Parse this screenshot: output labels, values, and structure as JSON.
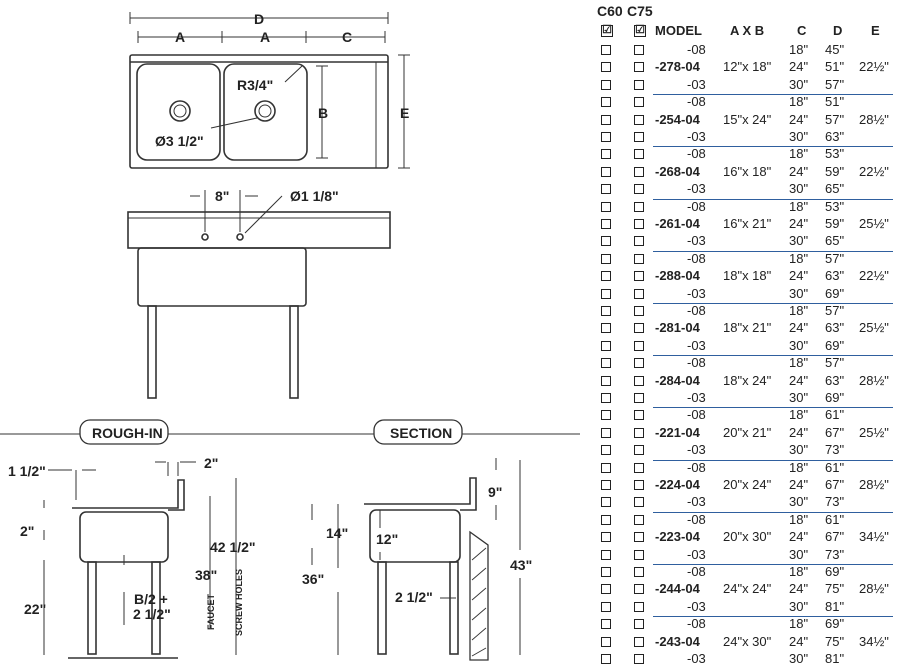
{
  "drawing": {
    "top_view": {
      "D": "D",
      "A1": "A",
      "A2": "A",
      "C": "C",
      "B": "B",
      "E": "E",
      "radius": "R3/4\"",
      "drain": "Ø3 1/2\""
    },
    "front_view": {
      "spacing": "8\"",
      "faucet_hole": "Ø1 1/8\""
    },
    "rough_in": {
      "title": "ROUGH-IN",
      "dim_a": "1 1/2\"",
      "dim_b": "2\"",
      "dim_c": "2\"",
      "dim_d": "42 1/2\"",
      "dim_e": "38\"",
      "dim_f": "22\"",
      "dim_g1": "B/2 +",
      "dim_g2": "2 1/2\"",
      "faucet": "FAUCET",
      "screw_holes": "SCREW HOLES"
    },
    "section": {
      "title": "SECTION",
      "dim_a": "9\"",
      "dim_b": "14\"",
      "dim_c": "12\"",
      "dim_d": "36\"",
      "dim_e": "43\"",
      "dim_f": "2 1/2\""
    }
  },
  "spec_table": {
    "series": [
      "C60",
      "C75"
    ],
    "series_checked": [
      "☑",
      "☑"
    ],
    "headers": {
      "model": "MODEL",
      "axb": "A X B",
      "c": "C",
      "d": "D",
      "e": "E"
    },
    "groups": [
      {
        "model": "-278-04",
        "axb": "12\"x 18\"",
        "e": "22½\"",
        "rows": [
          {
            "suffix": "-08",
            "c": "18\"",
            "d": "45\""
          },
          {
            "c": "24\"",
            "d": "51\""
          },
          {
            "suffix": "-03",
            "c": "30\"",
            "d": "57\""
          }
        ]
      },
      {
        "model": "-254-04",
        "axb": "15\"x 24\"",
        "e": "28½\"",
        "rows": [
          {
            "suffix": "-08",
            "c": "18\"",
            "d": "51\""
          },
          {
            "c": "24\"",
            "d": "57\""
          },
          {
            "suffix": "-03",
            "c": "30\"",
            "d": "63\""
          }
        ]
      },
      {
        "model": "-268-04",
        "axb": "16\"x 18\"",
        "e": "22½\"",
        "rows": [
          {
            "suffix": "-08",
            "c": "18\"",
            "d": "53\""
          },
          {
            "c": "24\"",
            "d": "59\""
          },
          {
            "suffix": "-03",
            "c": "30\"",
            "d": "65\""
          }
        ]
      },
      {
        "model": "-261-04",
        "axb": "16\"x 21\"",
        "e": "25½\"",
        "rows": [
          {
            "suffix": "-08",
            "c": "18\"",
            "d": "53\""
          },
          {
            "c": "24\"",
            "d": "59\""
          },
          {
            "suffix": "-03",
            "c": "30\"",
            "d": "65\""
          }
        ]
      },
      {
        "model": "-288-04",
        "axb": "18\"x 18\"",
        "e": "22½\"",
        "rows": [
          {
            "suffix": "-08",
            "c": "18\"",
            "d": "57\""
          },
          {
            "c": "24\"",
            "d": "63\""
          },
          {
            "suffix": "-03",
            "c": "30\"",
            "d": "69\""
          }
        ]
      },
      {
        "model": "-281-04",
        "axb": "18\"x 21\"",
        "e": "25½\"",
        "rows": [
          {
            "suffix": "-08",
            "c": "18\"",
            "d": "57\""
          },
          {
            "c": "24\"",
            "d": "63\""
          },
          {
            "suffix": "-03",
            "c": "30\"",
            "d": "69\""
          }
        ]
      },
      {
        "model": "-284-04",
        "axb": "18\"x 24\"",
        "e": "28½\"",
        "rows": [
          {
            "suffix": "-08",
            "c": "18\"",
            "d": "57\""
          },
          {
            "c": "24\"",
            "d": "63\""
          },
          {
            "suffix": "-03",
            "c": "30\"",
            "d": "69\""
          }
        ]
      },
      {
        "model": "-221-04",
        "axb": "20\"x 21\"",
        "e": "25½\"",
        "rows": [
          {
            "suffix": "-08",
            "c": "18\"",
            "d": "61\""
          },
          {
            "c": "24\"",
            "d": "67\""
          },
          {
            "suffix": "-03",
            "c": "30\"",
            "d": "73\""
          }
        ]
      },
      {
        "model": "-224-04",
        "axb": "20\"x 24\"",
        "e": "28½\"",
        "rows": [
          {
            "suffix": "-08",
            "c": "18\"",
            "d": "61\""
          },
          {
            "c": "24\"",
            "d": "67\""
          },
          {
            "suffix": "-03",
            "c": "30\"",
            "d": "73\""
          }
        ]
      },
      {
        "model": "-223-04",
        "axb": "20\"x 30\"",
        "e": "34½\"",
        "rows": [
          {
            "suffix": "-08",
            "c": "18\"",
            "d": "61\""
          },
          {
            "c": "24\"",
            "d": "67\""
          },
          {
            "suffix": "-03",
            "c": "30\"",
            "d": "73\""
          }
        ]
      },
      {
        "model": "-244-04",
        "axb": "24\"x 24\"",
        "e": "28½\"",
        "rows": [
          {
            "suffix": "-08",
            "c": "18\"",
            "d": "69\""
          },
          {
            "c": "24\"",
            "d": "75\""
          },
          {
            "suffix": "-03",
            "c": "30\"",
            "d": "81\""
          }
        ]
      },
      {
        "model": "-243-04",
        "axb": "24\"x 30\"",
        "e": "34½\"",
        "rows": [
          {
            "suffix": "-08",
            "c": "18\"",
            "d": "69\""
          },
          {
            "c": "24\"",
            "d": "75\""
          },
          {
            "suffix": "-03",
            "c": "30\"",
            "d": "81\""
          }
        ]
      }
    ],
    "colors": {
      "separator": "#2f5f9e",
      "ink": "#222222"
    }
  }
}
